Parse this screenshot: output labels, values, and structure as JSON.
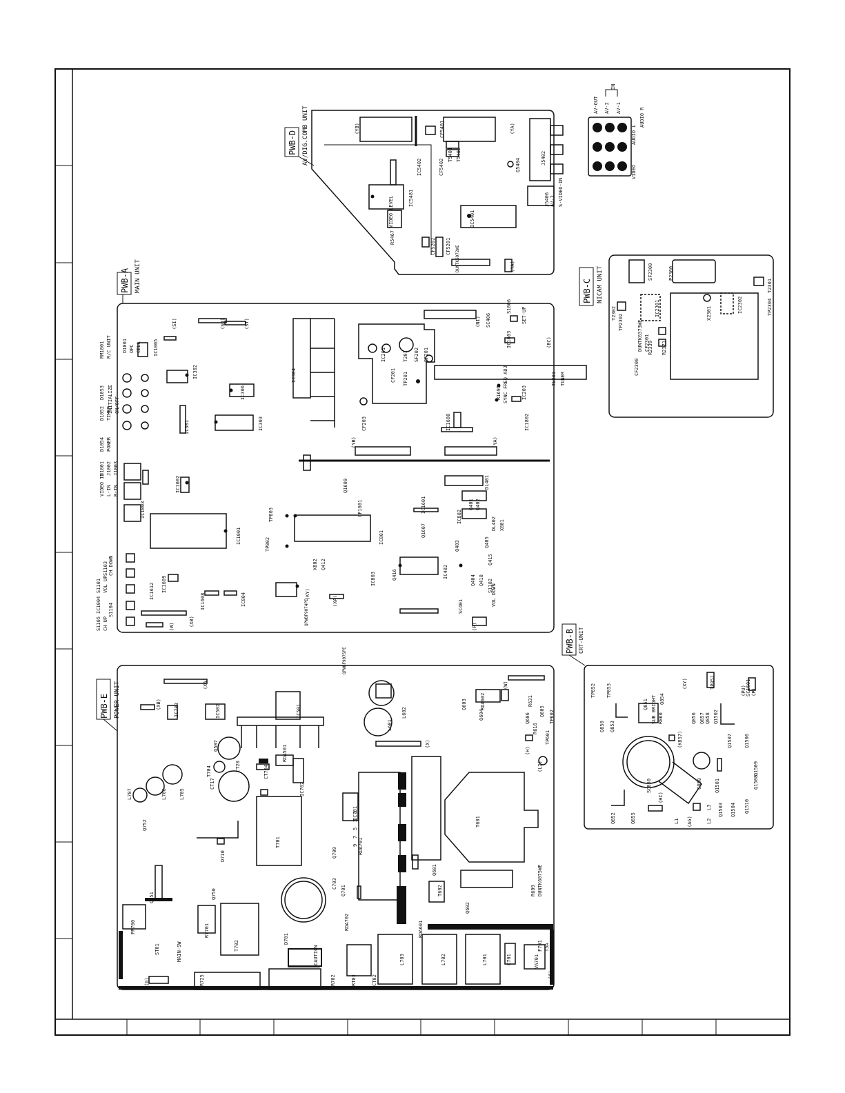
{
  "boards": {
    "pwb_a": {
      "tag": "PWB-A",
      "title": "MAIN UNIT",
      "code": "QPWBF9074PE"
    },
    "pwb_b": {
      "tag": "PWB-B",
      "title": "CRT-UNIT"
    },
    "pwb_c": {
      "tag": "PWB-C",
      "title": "NICAM UNIT"
    },
    "pwb_d": {
      "tag": "PWB-D",
      "title": "AV/DIG.COMB UNIT",
      "code": "DUNTK6072WE"
    },
    "pwb_e": {
      "tag": "PWB-E",
      "title": "POWER UNIT",
      "code": "QPWBF9075PE"
    }
  },
  "connector_panel": {
    "av_out": "AV-OUT",
    "av_2": "AV-2",
    "av_1": "AV-1",
    "in": "IN",
    "video": "VIDEO",
    "audio_l": "AUDIO L",
    "audio_r": "AUDIO R"
  },
  "pwb_d_parts": [
    "(YB)",
    "(YA)",
    "J5402",
    "CF5401",
    "T5401",
    "T5402",
    "CF5402",
    "IC5402",
    "Q5404",
    "IC5481",
    "IC5401",
    "VIDEO LEVEL",
    "R5467",
    "CF5202",
    "CF5201",
    "J5406",
    "AV-3",
    "S-VIDEO-IN",
    "(YA)"
  ],
  "pwb_a_parts": [
    "D1001",
    "OPC",
    "CELL",
    "RM1001",
    "R/C UNIT",
    "IC1005",
    "D1053",
    "INITIALIZE",
    "ON/OFF",
    "D1052",
    "TIMER",
    "D1054",
    "POWER",
    "IC302",
    "IC301",
    "IC306",
    "IC303",
    "IC304",
    "(SI)",
    "(ST)",
    "(SU)",
    "(NI)",
    "SC406",
    "S1006",
    "SET-UP",
    "IC1603",
    "(BC)",
    "TU201",
    "TUNER",
    "IC201",
    "T201",
    "SF202",
    "SF201",
    "CF201",
    "CF203",
    "TP201",
    "R1695",
    "SYNC FREQ ADJ",
    "IC203",
    "IC1802",
    "IC1680",
    "(YB)",
    "(YA)",
    "J1001",
    "VIDEO IN",
    "J1002",
    "L-IN",
    "J1003",
    "R-IN",
    "IC1002",
    "IC1003",
    "IC1001",
    "Q1609",
    "IC1601",
    "DL401",
    "CF1601",
    "Q1607",
    "TP803",
    "TP802",
    "IC801",
    "IC802",
    "Q401",
    "Q402",
    "DL402",
    "X801",
    "X802",
    "Q412",
    "IC803",
    "Q416",
    "IC402",
    "Q403",
    "Q405",
    "Q415",
    "Q404",
    "Q410",
    "S1102",
    "VOL DOWN",
    "S1101",
    "VOL UP",
    "S1103",
    "CH DOWN",
    "S1105",
    "CH UP",
    "S1104",
    "IC1004",
    "IC1612",
    "IC1609",
    "IC1608",
    "IC804",
    "(KY)",
    "(XA)",
    "(XB)",
    "(W)",
    "SC401",
    "(P)"
  ],
  "pwb_c_parts": [
    "P2300",
    "SF2300",
    "T2301",
    "T2302",
    "TP2302",
    "IC2301",
    "X2301",
    "IC2302",
    "TP2304",
    "DUNTK6373WE",
    "CF2301",
    "CF2300",
    "R2339",
    "R2371"
  ],
  "pwb_b_parts": [
    "TP852",
    "TP853",
    "Q851",
    "Q854",
    "Q853",
    "Q850",
    "(XY)",
    "TP851",
    "(PU)",
    "SC1501",
    "(P)",
    "Q856",
    "Q857",
    "Q858",
    "Q1502",
    "Q1507",
    "Q1506",
    "SUB BRIGHT",
    "R860",
    "(K857)",
    "SC850",
    "C850",
    "Q1509",
    "Q1508",
    "Q1501",
    "(HI)",
    "(AG)",
    "L1",
    "L2",
    "L3",
    "Q1503",
    "Q1504",
    "Q1510",
    "Q852",
    "Q855"
  ],
  "pwb_e_parts": [
    "(XA)",
    "(XB)",
    "IC703",
    "IC502",
    "IC501",
    "Q507",
    "CT20",
    "CT17",
    "T704",
    "L706",
    "L705",
    "L707",
    "Q752",
    "CT704",
    "IC702",
    "T701",
    "D710",
    "Q751",
    "Q750",
    "PR700",
    "RY701",
    "T702",
    "ST01",
    "MAIN-SW",
    "D701",
    "RDA701",
    "IC701",
    "Q709",
    "C703",
    "Q701",
    "RDA702",
    "RT03",
    "CT02",
    "L703",
    "L702",
    "L701",
    "C701",
    "VA701",
    "F701",
    "T5A",
    "FH702",
    "R725",
    "R702",
    "CAUTION",
    "(G)",
    "RDA501",
    "L602",
    "L601",
    "(X)",
    "(W)",
    "Q603",
    "Q604",
    "RDA602",
    "R631",
    "Q605",
    "TP602",
    "Q606",
    "R616",
    "TP601",
    "(H)",
    "(L2)",
    "T601",
    "Q601",
    "T602",
    "Q602",
    "RDA601",
    "R609",
    "DUNTK6075WE",
    "(A)"
  ],
  "pins_numbers": [
    "9",
    "7",
    "5",
    "3",
    "1"
  ]
}
